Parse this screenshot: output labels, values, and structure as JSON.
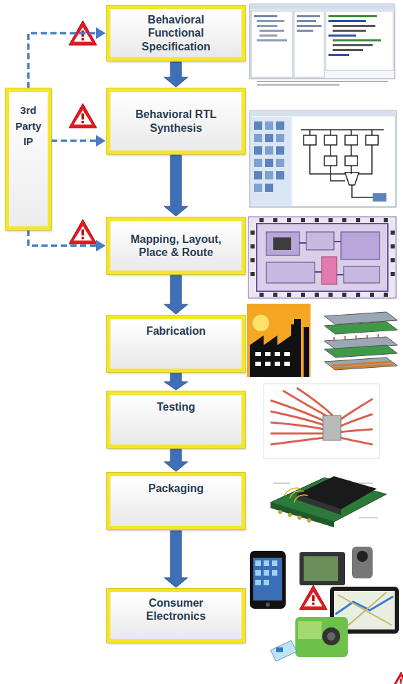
{
  "diagram": {
    "nodes": [
      {
        "text": [
          "Behavioral Functional Specification"
        ]
      },
      {
        "text": [
          "3rd Party IP"
        ]
      },
      {
        "text": [
          "Behavioral RTL Synthesis"
        ]
      },
      {
        "text": [
          "Mapping, Layout, Place & Route"
        ]
      },
      {
        "text": [
          "Fabrication"
        ]
      },
      {
        "text": [
          "Testing"
        ]
      },
      {
        "text": [
          "Packaging"
        ]
      },
      {
        "text": [
          "Consumer Electronics"
        ]
      }
    ],
    "edges": [
      {
        "from": 0,
        "to": 2,
        "arrow": "to"
      },
      {
        "from": 2,
        "to": 3,
        "arrow": "to"
      },
      {
        "from": 3,
        "to": 4,
        "arrow": "to"
      },
      {
        "from": 4,
        "to": 5,
        "arrow": "to"
      },
      {
        "from": 5,
        "to": 6,
        "arrow": "to"
      },
      {
        "from": 6,
        "to": 7,
        "arrow": "to"
      },
      {
        "from": 1,
        "to": 0,
        "arrow": "to"
      },
      {
        "from": 1,
        "to": 2,
        "arrow": "to"
      },
      {
        "from": 1,
        "to": 3,
        "arrow": "to"
      }
    ]
  }
}
